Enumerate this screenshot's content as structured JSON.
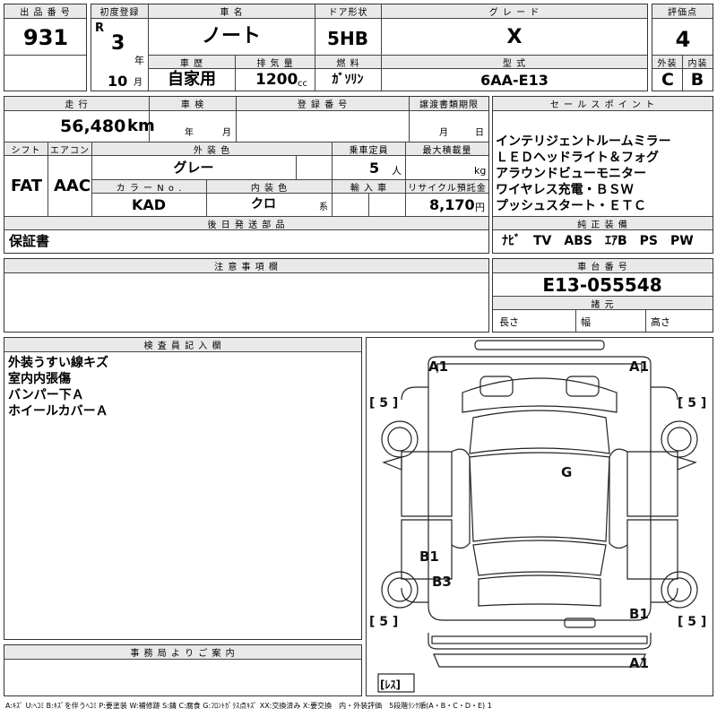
{
  "headers": {
    "lot_no": "出 品 番 号",
    "first_reg": "初度登録",
    "car_name": "車 名",
    "door": "ドア形状",
    "grade": "グ レ ー ド",
    "score": "評価点",
    "history": "車 歴",
    "displacement": "排 気 量",
    "fuel": "燃 料",
    "model": "型 式",
    "exterior": "外装",
    "interior": "内装",
    "mileage": "走 行",
    "inspection": "車 検",
    "reg_no": "登 録 番 号",
    "transfer": "譲渡書類期限",
    "sales_point": "セ ー ル ス ポ イ ン ト",
    "shift": "シフト",
    "aircon": "エアコン",
    "ext_color": "外 装 色",
    "capacity": "乗車定員",
    "max_load": "最大積載量",
    "color_no": "カ ラ ー  N o .",
    "int_color": "内 装 色",
    "import": "輸 入 車",
    "recycle": "リサイクル預託金",
    "later_parts": "後 日 発 送 部 品",
    "std_equip": "純 正 装 備",
    "notes": "注 意 事 項 欄",
    "chassis": "車 台 番 号",
    "specs": "諸 元",
    "inspector": "検 査 員 記 入 欄",
    "office": "事 務 局 よ り ご 案 内"
  },
  "lot_no": "931",
  "era": "R",
  "year": "3",
  "year_unit": "年",
  "month": "10",
  "month_unit": "月",
  "car_name": "ノート",
  "door": "5HB",
  "grade": "X",
  "score": "4",
  "history": "自家用",
  "displacement": "1200",
  "displacement_unit": "cc",
  "fuel": "ｶﾞｿﾘﾝ",
  "model": "6AA-E13",
  "exterior_grade": "C",
  "interior_grade": "B",
  "mileage": "56,480",
  "mileage_unit": "km",
  "inspection_year_unit": "年",
  "inspection_month_unit": "月",
  "transfer_month_unit": "月",
  "transfer_day_unit": "日",
  "sales_points": [
    "インテリジェントルームミラー",
    "ＬＥＤヘッドライト＆フォグ",
    "アラウンドビューモニター",
    "ワイヤレス充電・ＢＳＷ",
    "プッシュスタート・ＥＴＣ"
  ],
  "shift": "FAT",
  "aircon": "AAC",
  "ext_color": "グレー",
  "capacity": "5",
  "capacity_unit": "人",
  "max_load_unit": "kg",
  "color_no": "KAD",
  "int_color": "クロ",
  "int_color_unit": "系",
  "recycle": "8,170",
  "recycle_unit": "円",
  "later_parts": "保証書",
  "std_equip": "ﾅﾋﾞ　TV　ABS　ｴｱB　PS　PW",
  "chassis_no": "E13-055548",
  "spec_labels": {
    "length": "長さ",
    "width": "幅",
    "height": "高さ"
  },
  "inspector_notes": [
    "外装うすい線キズ",
    "室内内張傷",
    "バンパー下Ａ",
    "ホイールカバーＡ"
  ],
  "diagram": {
    "labels": [
      "A1",
      "A1",
      "G",
      "B1",
      "B3",
      "B1",
      "A1"
    ],
    "tire_labels": [
      "[ 5 ]",
      "[ 5 ]",
      "[ 5 ]",
      "[ 5 ]"
    ],
    "spare_label": "[ﾚｽ]"
  },
  "legend": "A:ｷｽﾞ U:ﾍｺﾐ B:ｷｽﾞを伴うﾍｺﾐ P:要塗装 W:補修跡 S:錆 C:腐食 G:ﾌﾛﾝﾄｶﾞﾗｽ点ｷｽﾞ XX:交換済み X:要交換　内・外装評価　5段階ﾗﾝｸ順(A・B・C・D・E) 1"
}
